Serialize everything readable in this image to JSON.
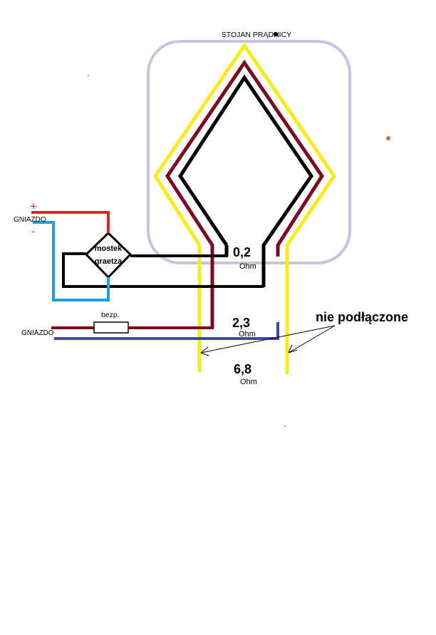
{
  "labels": {
    "stator_title": "STOJAN PRĄDNICY",
    "socket_top": "GNIAZDO",
    "socket_bottom": "GNIAZDO",
    "plus_sign": "+",
    "minus_sign": "-",
    "bridge_line1": "mostek",
    "bridge_line2": "graetza",
    "fuse_label": "bezp.",
    "not_connected": "nie podłączone",
    "resistance_1_value": "0,2",
    "resistance_1_unit": "Ohm",
    "resistance_2_value": "2,3",
    "resistance_2_unit": "Ohm",
    "resistance_3_value": "6,8",
    "resistance_3_unit": "Ohm"
  },
  "colors": {
    "stator_outline": "#c8c4e0",
    "winding_yellow": "#f5ec1a",
    "winding_maroon": "#7a0c20",
    "winding_black": "#000000",
    "wire_red": "#e0242c",
    "wire_lightblue": "#1aa0dc",
    "wire_blue": "#3a4aa8",
    "wire_darkred": "#7a0c20"
  }
}
